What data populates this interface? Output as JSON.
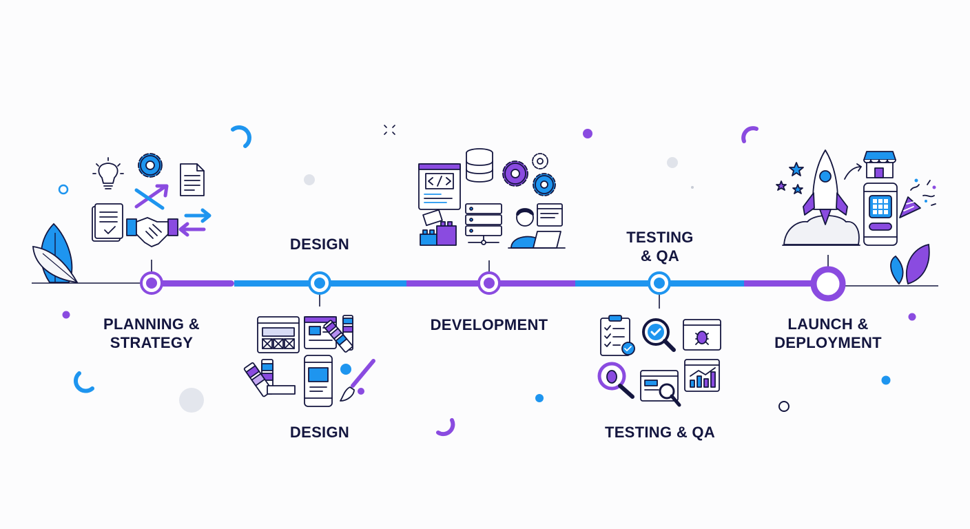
{
  "colors": {
    "purple": "#8a4be0",
    "blue": "#1e95ef",
    "navy": "#14163f",
    "muted": "#e0e3ea"
  },
  "stages": [
    {
      "id": "planning",
      "lines": [
        "PLANNING &",
        "STRATEGY"
      ],
      "color": "purple"
    },
    {
      "id": "design",
      "top_lines": [
        "DESIGN"
      ],
      "lines": [
        "DESIGN"
      ],
      "color": "blue"
    },
    {
      "id": "development",
      "lines": [
        "DEVELOPMENT"
      ],
      "color": "purple"
    },
    {
      "id": "testing",
      "top_lines": [
        "TESTING",
        "& QA"
      ],
      "lines": [
        "TESTING & QA"
      ],
      "color": "blue"
    },
    {
      "id": "launch",
      "lines": [
        "LAUNCH &",
        "DEPLOYMENT"
      ],
      "color": "purple"
    }
  ],
  "icons": {
    "planning": [
      "lightbulb-icon",
      "gear-icon",
      "document-icon",
      "crossed-arrows-icon",
      "checklist-icon",
      "handshake-icon",
      "exchange-arrows-icon"
    ],
    "design": [
      "wireframe-icon",
      "layout-card-icon",
      "color-swatch-icon",
      "palette-fan-icon",
      "mobile-mockup-icon",
      "paintbrush-icon"
    ],
    "development": [
      "code-window-icon",
      "database-icon",
      "gears-icon",
      "server-rack-icon",
      "building-blocks-icon",
      "developer-laptop-icon"
    ],
    "testing": [
      "clipboard-check-icon",
      "magnifier-check-icon",
      "bug-window-icon",
      "bug-magnifier-icon",
      "search-window-icon",
      "analytics-chart-icon"
    ],
    "launch": [
      "rocket-icon",
      "stars-icon",
      "storefront-icon",
      "mobile-app-icon",
      "confetti-icon"
    ]
  }
}
